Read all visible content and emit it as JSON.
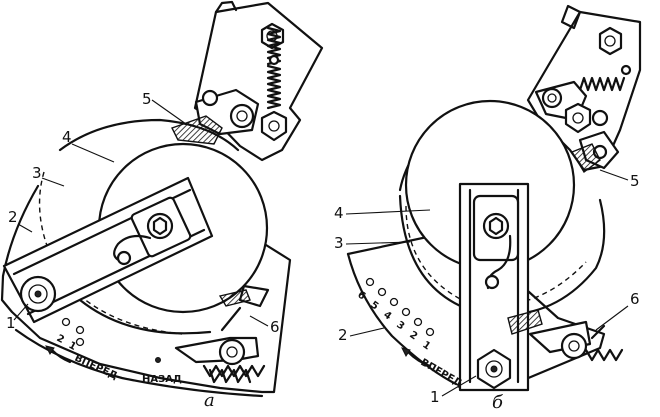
{
  "panel_a": {
    "caption": "а",
    "labels": {
      "n1": "1",
      "n2": "2",
      "n3": "3",
      "n4": "4",
      "n5": "5",
      "n6": "6"
    },
    "forward_text": "ВПЕРЕД",
    "back_text": "НАЗАД",
    "scale_numbers": [
      "2",
      "1"
    ]
  },
  "panel_b": {
    "caption": "б",
    "labels": {
      "n1": "1",
      "n2": "2",
      "n3": "3",
      "n4": "4",
      "n5": "5",
      "n6": "6"
    },
    "forward_text": "ВПЕРЕД",
    "scale_numbers": [
      "6",
      "5",
      "4",
      "3",
      "2",
      "1"
    ]
  },
  "colors": {
    "ink": "#111111",
    "paper": "#ffffff"
  }
}
